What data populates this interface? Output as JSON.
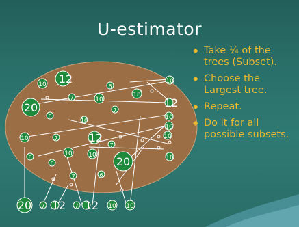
{
  "slide": {
    "title": "U-estimator",
    "bullets": [
      "Take ¼ of the trees (Subset).",
      "Choose the Largest tree.",
      "Repeat.",
      "Do it for all possible subsets."
    ],
    "bullet_icon": "diamond-bullet-icon"
  },
  "colors": {
    "background": "#2a6d67",
    "ellipse_fill": "#9c6e45",
    "tree_fill": "#1f8a3c",
    "title_text": "#ffffff",
    "bullet_text": "#e8b830"
  },
  "diagram": {
    "big_tree_labels": [
      "12",
      "20",
      "12",
      "20"
    ],
    "small_tree_labels": [
      "10",
      "6",
      "7",
      "10",
      "7",
      "6",
      "10",
      "7",
      "18",
      "10",
      "6",
      "7",
      "10",
      "10",
      "6",
      "7",
      "6"
    ],
    "outside_tree_labels": [
      "10",
      "12",
      "10",
      "10",
      "10",
      "10"
    ],
    "sample_row_labels": [
      "20",
      "7",
      "12",
      "7",
      "12",
      "10",
      "10"
    ]
  }
}
